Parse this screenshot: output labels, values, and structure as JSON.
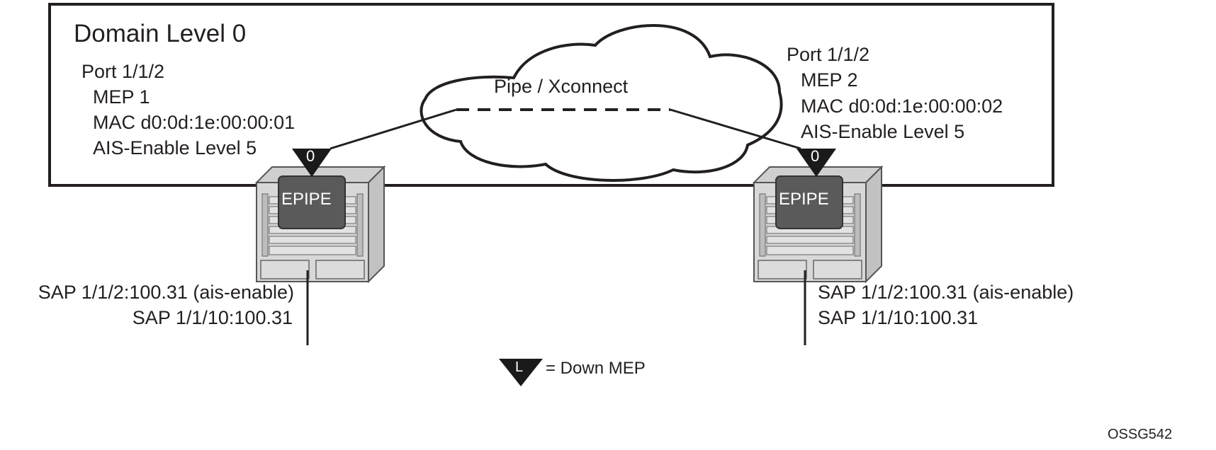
{
  "domain": {
    "title": "Domain Level 0"
  },
  "left_node": {
    "port": "Port 1/1/2",
    "mep": "MEP 1",
    "mac": "MAC d0:0d:1e:00:00:01",
    "ais": "AIS-Enable Level 5",
    "mep_level": "0",
    "device_label": "EPIPE",
    "saps": [
      "SAP 1/1/2:100.31 (ais-enable)",
      "SAP 1/1/10:100.31"
    ]
  },
  "right_node": {
    "port": "Port 1/1/2",
    "mep": "MEP 2",
    "mac": "MAC d0:0d:1e:00:00:02",
    "ais": "AIS-Enable Level 5",
    "mep_level": "0",
    "device_label": "EPIPE",
    "saps": [
      "SAP 1/1/2:100.31 (ais-enable)",
      "SAP 1/1/10:100.31"
    ]
  },
  "cloud": {
    "label": "Pipe / Xconnect"
  },
  "legend": {
    "symbol_letter": "L",
    "text": "= Down MEP"
  },
  "figure_id": "OSSG542",
  "colors": {
    "line": "#231f20",
    "device_body": "#d4d4d4",
    "device_face": "#5a5a5a",
    "device_text": "#ffffff",
    "mep_fill": "#1a1a1a"
  }
}
